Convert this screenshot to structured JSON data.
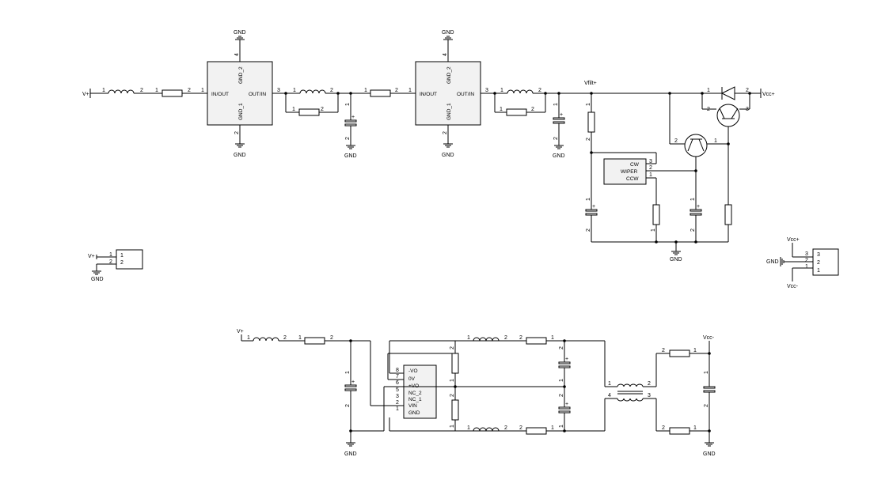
{
  "nets": {
    "v_plus": "V+",
    "gnd": "GND",
    "vfilt_plus": "Vfilt+",
    "vcc_plus": "Vcc+",
    "vcc_minus": "Vcc-",
    "gnd_arrow": "GND"
  },
  "pins": {
    "p1": "1",
    "p2": "2",
    "p3": "3",
    "p4": "4",
    "p5": "5",
    "p6": "6",
    "p7": "7",
    "p8": "8",
    "plus": "+"
  },
  "filter": {
    "in_out": "IN/OUT",
    "out_in": "OUT/IN",
    "gnd_1": "GND_1",
    "gnd_2": "GND_2"
  },
  "pot": {
    "cw": "CW",
    "wiper": "WIPER",
    "ccw": "CCW"
  },
  "dcdc": {
    "vo_minus": "-VO",
    "zero_v": "0V",
    "vo_plus": "+VO",
    "nc_2": "NC_2",
    "nc_1": "NC_1",
    "vin": "VIN",
    "gnd": "GND"
  }
}
